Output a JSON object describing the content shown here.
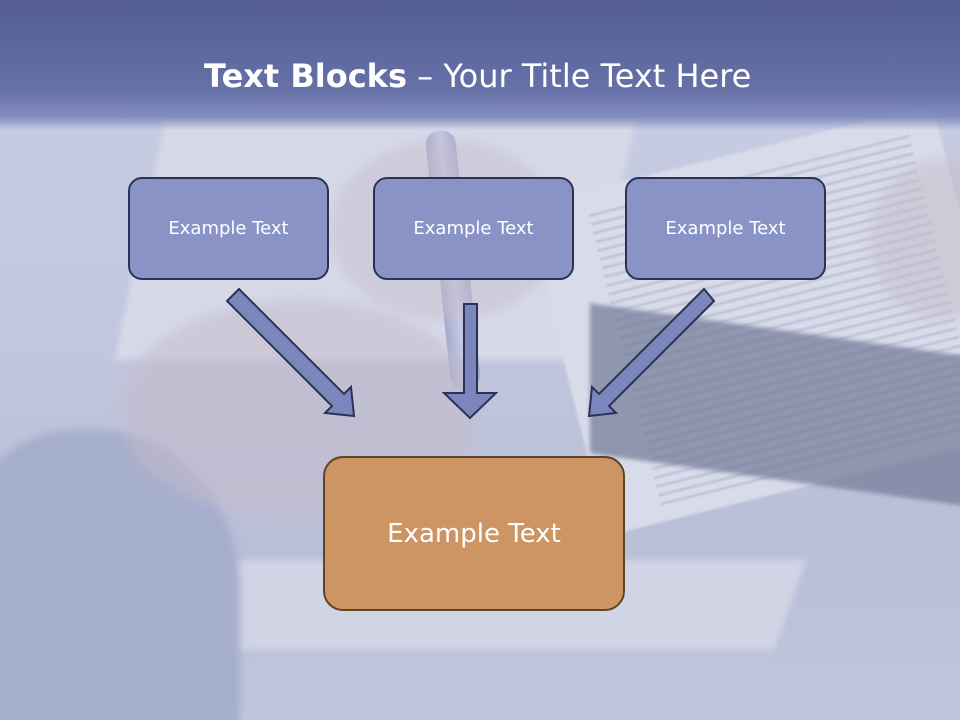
{
  "title": {
    "bold": "Text Blocks",
    "rest": " – Your Title Text Here"
  },
  "blocks": [
    {
      "label": "Example Text"
    },
    {
      "label": "Example Text"
    },
    {
      "label": "Example Text"
    }
  ],
  "target": {
    "label": "Example Text"
  },
  "colors": {
    "banner": "#5f699f",
    "small_box": "#8a93c6",
    "target_box": "#cc9563",
    "arrow_fill": "#7b86bd",
    "arrow_stroke": "#2c3256"
  }
}
